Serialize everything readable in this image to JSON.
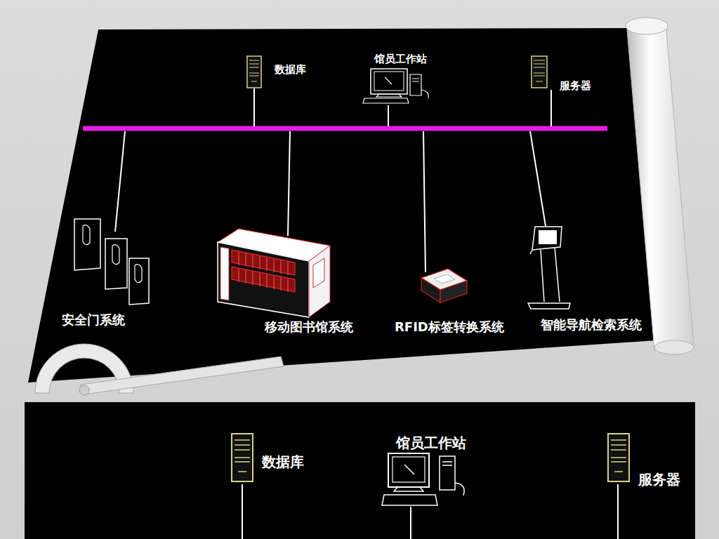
{
  "diagram": {
    "nodes": [
      {
        "text": [
          "数据库"
        ]
      },
      {
        "text": [
          "馆员工作站"
        ]
      },
      {
        "text": [
          "服务器"
        ]
      },
      {
        "text": [
          "安全门系统"
        ]
      },
      {
        "text": [
          "移动图书馆系统"
        ]
      },
      {
        "text": [
          "RFID标签转换系统"
        ]
      },
      {
        "text": [
          "智能导航检索系统"
        ]
      },
      {
        "text": [
          "数据库"
        ]
      },
      {
        "text": [
          "馆员工作站"
        ]
      },
      {
        "text": [
          "服务器"
        ]
      }
    ]
  }
}
